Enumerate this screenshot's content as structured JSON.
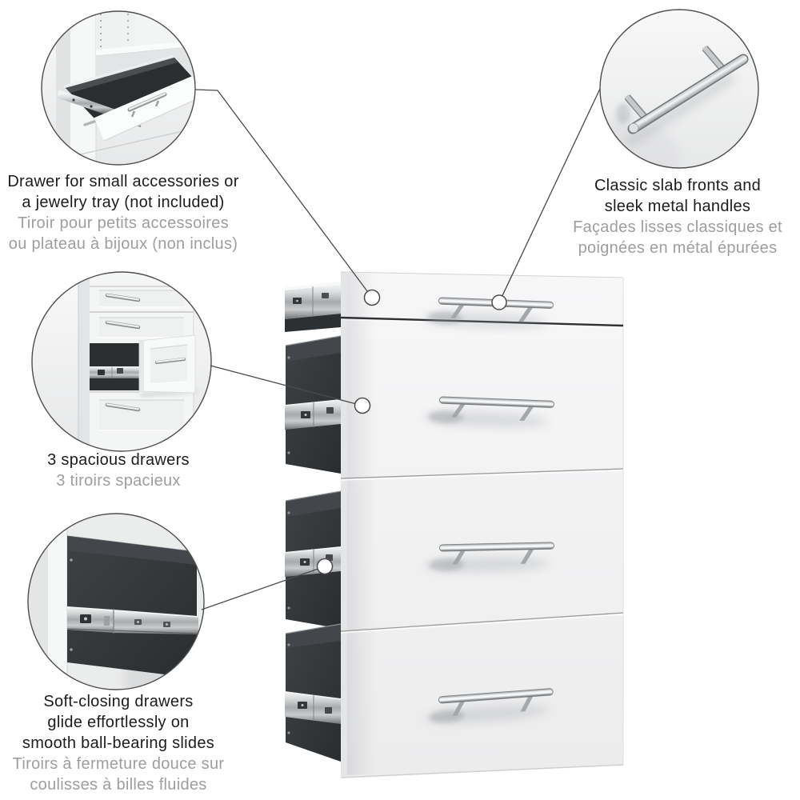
{
  "page": {
    "background": "#ffffff",
    "kind": "product feature infographic (bilingual EN/FR)"
  },
  "palette": {
    "en_text": "#1c1c1c",
    "fr_text": "#9e9e9e",
    "circle_outline": "#4e4e4e",
    "connector_line": "#4a4a4b",
    "drawer_front": "#f3f4f4",
    "drawer_box": "#35383b",
    "metal_rail": "#c7cacc",
    "chrome_handle": "#eff1f2"
  },
  "product": {
    "drawer_fronts_visible": 4,
    "open_drawer_boxes_visible": 4,
    "handles_visible": 4
  },
  "callouts": [
    {
      "id": "accessory-drawer",
      "en_lines": [
        "Drawer for small accessories or",
        "a jewelry tray (not included)"
      ],
      "fr_lines": [
        "Tiroir pour petits accessoires",
        "ou plateau à bijoux (non inclus)"
      ]
    },
    {
      "id": "slab-fronts-handles",
      "en_lines": [
        "Classic slab fronts and",
        "sleek metal handles"
      ],
      "fr_lines": [
        "Façades lisses classiques et",
        "poignées en métal épurées"
      ]
    },
    {
      "id": "spacious-drawers",
      "en_lines": [
        "3 spacious drawers"
      ],
      "fr_lines": [
        "3 tiroirs spacieux"
      ]
    },
    {
      "id": "soft-closing-slides",
      "en_lines": [
        "Soft-closing drawers",
        "glide effortlessly on",
        "smooth ball-bearing slides"
      ],
      "fr_lines": [
        "Tiroirs à fermeture douce sur",
        "coulisses à billes fluides"
      ]
    }
  ]
}
